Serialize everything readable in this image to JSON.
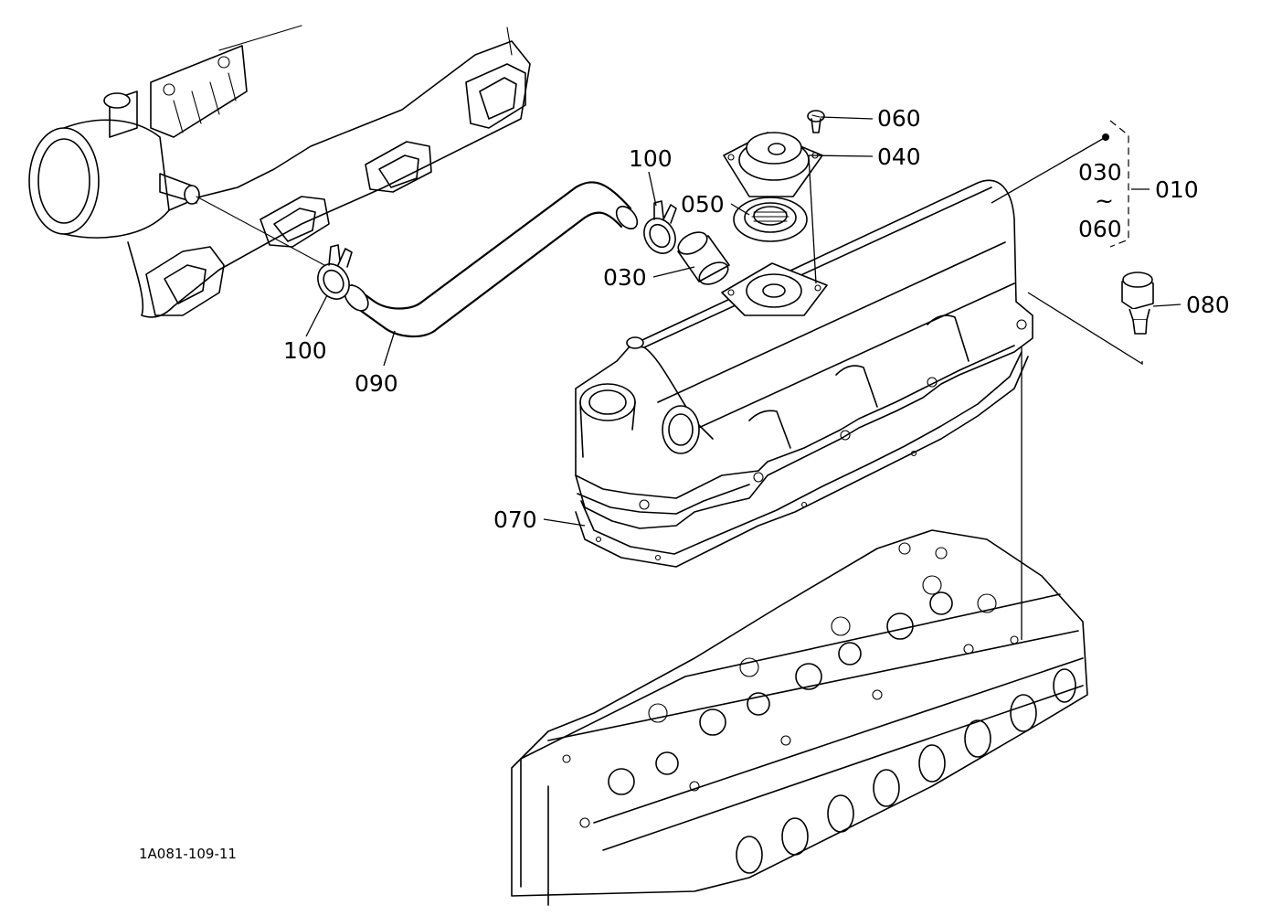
{
  "drawing_code": "1A081-109-11",
  "callouts": {
    "p060": "060",
    "p040": "040",
    "p050": "050",
    "p030": "030",
    "p100_top": "100",
    "p100_left": "100",
    "p090": "090",
    "p070": "070",
    "p080": "080",
    "p010": "010",
    "range_from": "030",
    "range_sep": "~",
    "range_to": "060"
  }
}
